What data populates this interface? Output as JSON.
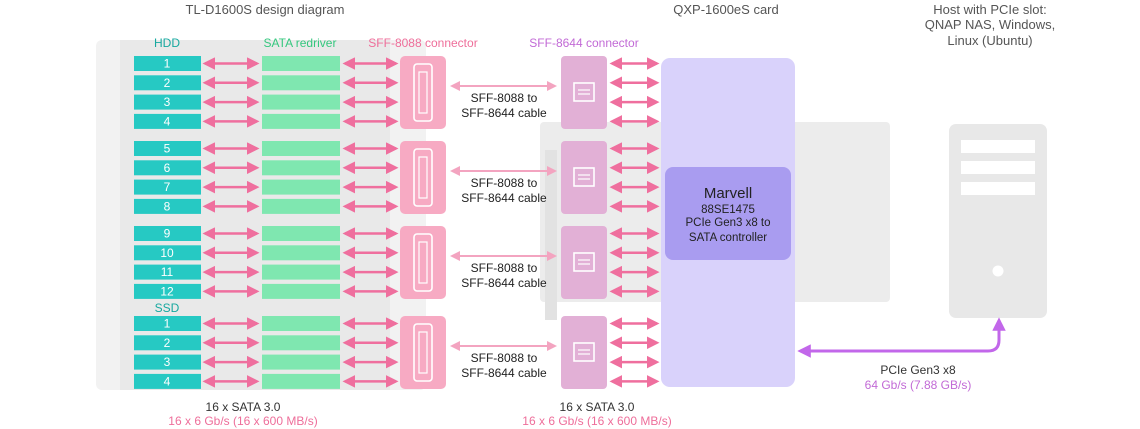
{
  "titles": {
    "left": "TL-D1600S design diagram",
    "card": "QXP-1600eS card",
    "host": [
      "Host with PCIe slot:",
      "QNAP NAS, Windows,",
      "Linux (Ubuntu)"
    ]
  },
  "column_labels": {
    "hdd": "HDD",
    "redriver": "SATA redriver",
    "sff8088": "SFF-8088 connector",
    "sff8644": "SFF-8644 connector",
    "ssd": "SSD"
  },
  "bays": [
    "1",
    "2",
    "3",
    "4",
    "5",
    "6",
    "7",
    "8",
    "9",
    "10",
    "11",
    "12",
    "1",
    "2",
    "3",
    "4"
  ],
  "cable_label": [
    "SFF-8088 to",
    "SFF-8644 cable"
  ],
  "controller": {
    "name": "Marvell",
    "lines": [
      "88SE1475",
      "PCIe Gen3 x8 to",
      "SATA controller"
    ]
  },
  "bottom": {
    "left_main": "16 x SATA 3.0",
    "left_sub": "16 x 6 Gb/s (16 x 600 MB/s)",
    "mid_main": "16 x SATA 3.0",
    "mid_sub": "16 x 6 Gb/s (16 x 600 MB/s)",
    "pcie_main": "PCIe Gen3 x8",
    "pcie_sub": "64 Gb/s (7.88 GB/s)"
  },
  "colors": {
    "teal": "#26c9c3",
    "green": "#7fe7b0",
    "pink": "#f7aac3",
    "arrow_pink": "#ef6f9e",
    "mauve": "#e2b0d6",
    "lavender": "#d9d2fb",
    "controller": "#a99cf0",
    "purple_arrow": "#c267ea",
    "sub_pink": "#ee6e9a",
    "sub_purple": "#c26ad6",
    "label_teal": "#17a89f",
    "label_green": "#34c77e"
  }
}
